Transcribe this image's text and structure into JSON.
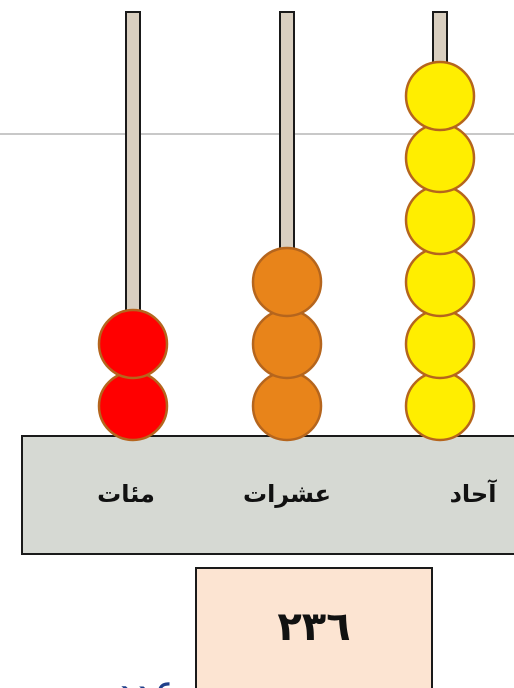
{
  "abacus": {
    "columns": [
      {
        "key": "hundreds",
        "label": "مئات",
        "beads": 2,
        "color": "#ff0000"
      },
      {
        "key": "tens",
        "label": "عشرات",
        "beads": 3,
        "color": "#e8841a"
      },
      {
        "key": "ones",
        "label": "آحاد",
        "beads": 6,
        "color": "#ffee00"
      }
    ],
    "bead_outline_color": "#b5651d",
    "rod_color": "#d9cfc0",
    "base_color": "#d6d9d3"
  },
  "number_box": {
    "value": "٢٣٦",
    "background": "#fce4d2"
  },
  "cut_text": "عدد"
}
